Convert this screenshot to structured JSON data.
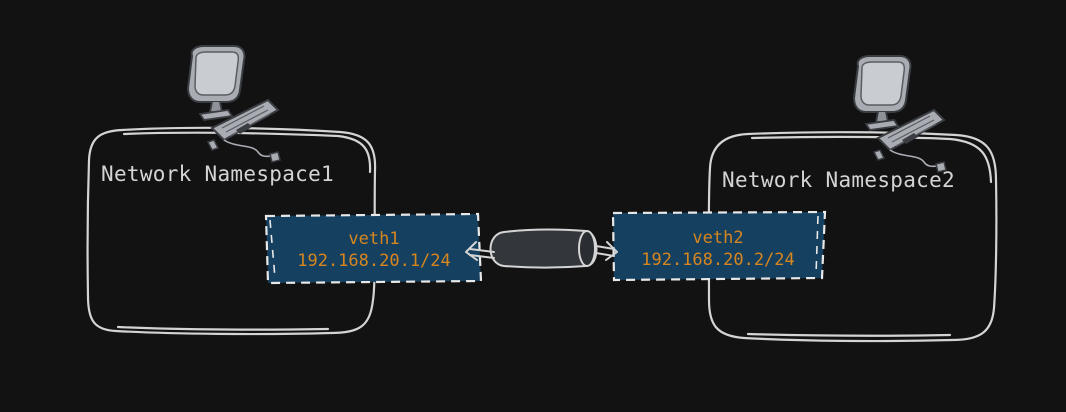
{
  "colors": {
    "background": "#121212",
    "outline": "#d4d4d4",
    "veth_fill": "#15405f",
    "veth_text": "#d7861f",
    "cable_fill": "#33373c",
    "computer_fill": "#a9adb3",
    "computer_stroke": "#3a3d42"
  },
  "namespaces": [
    {
      "label": "Network Namespace1",
      "icon": "computer-icon",
      "veth": {
        "name": "veth1",
        "ip": "192.168.20.1/24"
      }
    },
    {
      "label": "Network Namespace2",
      "icon": "computer-icon",
      "veth": {
        "name": "veth2",
        "ip": "192.168.20.2/24"
      }
    }
  ],
  "link": {
    "icon": "cable-icon"
  }
}
